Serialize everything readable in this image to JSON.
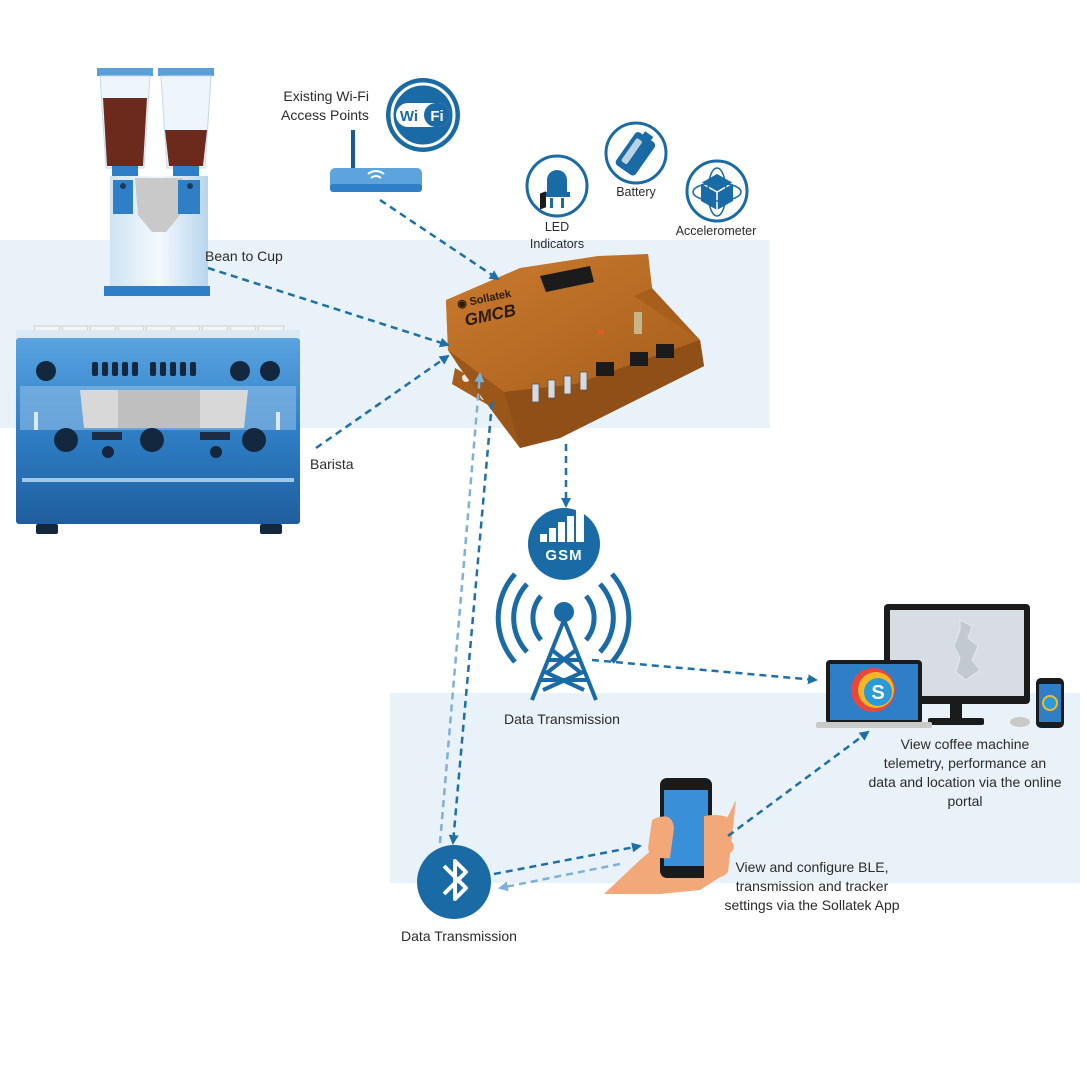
{
  "colors": {
    "band": "#e9f2f8",
    "arrow": "#1f6fa8",
    "arrow_light": "#7fb0d6",
    "icon_blue": "#1a6aa6",
    "device_orange": "#b86a22",
    "machine_blue": "#2f7fc6"
  },
  "labels": {
    "wifi": [
      "Existing Wi-Fi",
      "Access Points"
    ],
    "led": [
      "LED",
      "Indicators"
    ],
    "battery": "Battery",
    "accelerometer": "Accelerometer",
    "bean_to_cup": "Bean to Cup",
    "barista": "Barista",
    "gsm_transmission": "Data Transmission",
    "ble_transmission": "Data Transmission",
    "portal": [
      "View coffee machine",
      "telemetry, performance an",
      "data and location via the online",
      "portal"
    ],
    "app": [
      "View and configure BLE,",
      "transmission and tracker",
      "settings via the Sollatek App"
    ]
  },
  "device": {
    "brand": "Sollatek",
    "model": "GMCB"
  },
  "icons": {
    "wifi_badge": "Wi Fi",
    "gsm_badge": "GSM"
  }
}
